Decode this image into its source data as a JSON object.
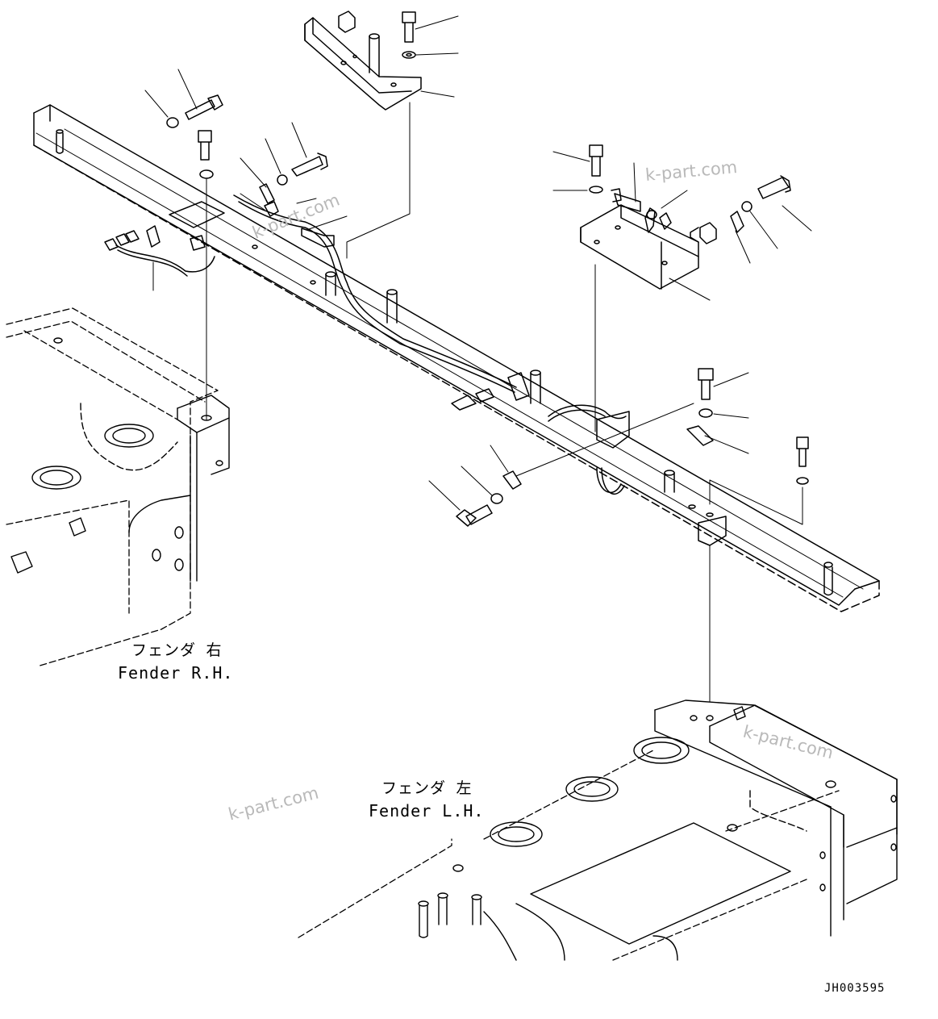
{
  "labels": {
    "fender_rh_jp": "フェンダ 右",
    "fender_rh_en": "Fender R.H.",
    "fender_lh_jp": "フェンダ 左",
    "fender_lh_en": "Fender L.H."
  },
  "watermark": "k-part.com",
  "drawing_code": "JH003595",
  "colors": {
    "line": "#000000",
    "watermark": "#b9b9b9",
    "background": "#ffffff"
  }
}
